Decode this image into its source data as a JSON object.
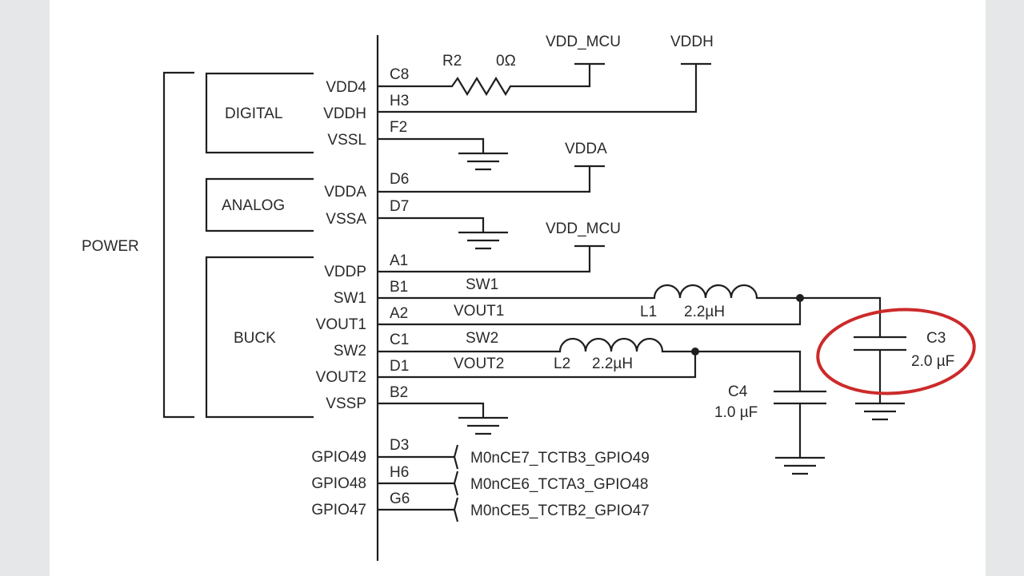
{
  "groups": {
    "power": "POWER",
    "digital": "DIGITAL",
    "analog": "ANALOG",
    "buck": "BUCK"
  },
  "pins": [
    {
      "name": "VDD4",
      "ball": "C8"
    },
    {
      "name": "VDDH",
      "ball": "H3"
    },
    {
      "name": "VSSL",
      "ball": "F2"
    },
    {
      "name": "VDDA",
      "ball": "D6"
    },
    {
      "name": "VSSA",
      "ball": "D7"
    },
    {
      "name": "VDDP",
      "ball": "A1"
    },
    {
      "name": "SW1",
      "ball": "B1"
    },
    {
      "name": "VOUT1",
      "ball": "A2"
    },
    {
      "name": "SW2",
      "ball": "C1"
    },
    {
      "name": "VOUT2",
      "ball": "D1"
    },
    {
      "name": "VSSP",
      "ball": "B2"
    },
    {
      "name": "GPIO49",
      "ball": "D3"
    },
    {
      "name": "GPIO48",
      "ball": "H6"
    },
    {
      "name": "GPIO47",
      "ball": "G6"
    }
  ],
  "nets": {
    "vdd_mcu_top": "VDD_MCU",
    "vddh": "VDDH",
    "vdda": "VDDA",
    "vdd_mcu_mid": "VDD_MCU",
    "sw1": "SW1",
    "vout1": "VOUT1",
    "sw2": "SW2",
    "vout2": "VOUT2"
  },
  "components": {
    "r2": {
      "ref": "R2",
      "value": "0Ω"
    },
    "l1": {
      "ref": "L1",
      "value": "2.2µH"
    },
    "l2": {
      "ref": "L2",
      "value": "2.2µH"
    },
    "c3": {
      "ref": "C3",
      "value": "2.0 µF"
    },
    "c4": {
      "ref": "C4",
      "value": "1.0 µF"
    }
  },
  "gpio_nets": [
    "M0nCE7_TCTB3_GPIO49",
    "M0nCE6_TCTA3_GPIO48",
    "M0nCE5_TCTB2_GPIO47"
  ],
  "colors": {
    "wire": "#1f1f1f",
    "highlight": "#cc2a2a",
    "background": "#e6e7e9",
    "sheet": "#ffffff"
  }
}
